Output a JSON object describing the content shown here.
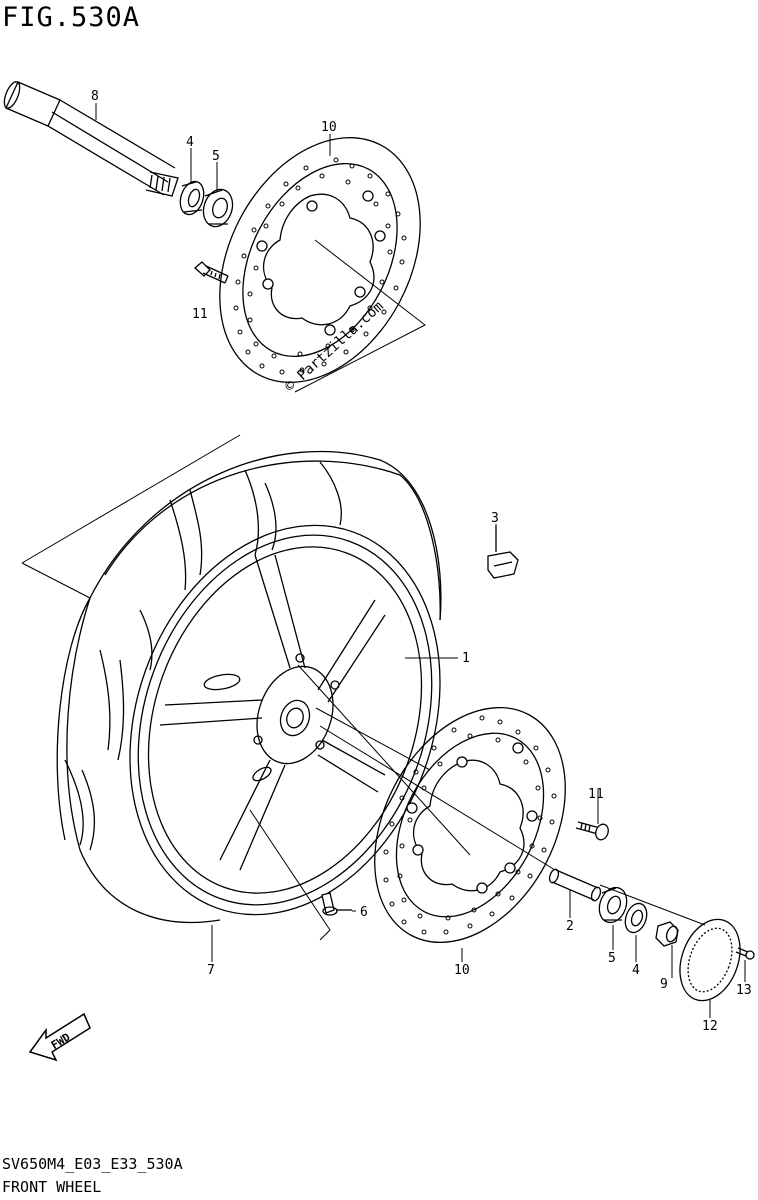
{
  "figure": {
    "title": "FIG.530A",
    "code": "SV650M4_E03_E33_530A",
    "name": "FRONT WHEEL"
  },
  "callouts": [
    "1",
    "2",
    "3",
    "4",
    "5",
    "6",
    "7",
    "8",
    "9",
    "10",
    "11",
    "12",
    "13"
  ],
  "callout_labels": {
    "c8": "8",
    "c4a": "4",
    "c5a": "5",
    "c10a": "10",
    "c11a": "11",
    "c3": "3",
    "c1": "1",
    "c11b": "11",
    "c6": "6",
    "c2": "2",
    "c5b": "5",
    "c4b": "4",
    "c9": "9",
    "c13": "13",
    "c12": "12",
    "c10b": "10",
    "c7": "7"
  },
  "watermark": "© Partzilla.com",
  "direction_badge": "FWD"
}
